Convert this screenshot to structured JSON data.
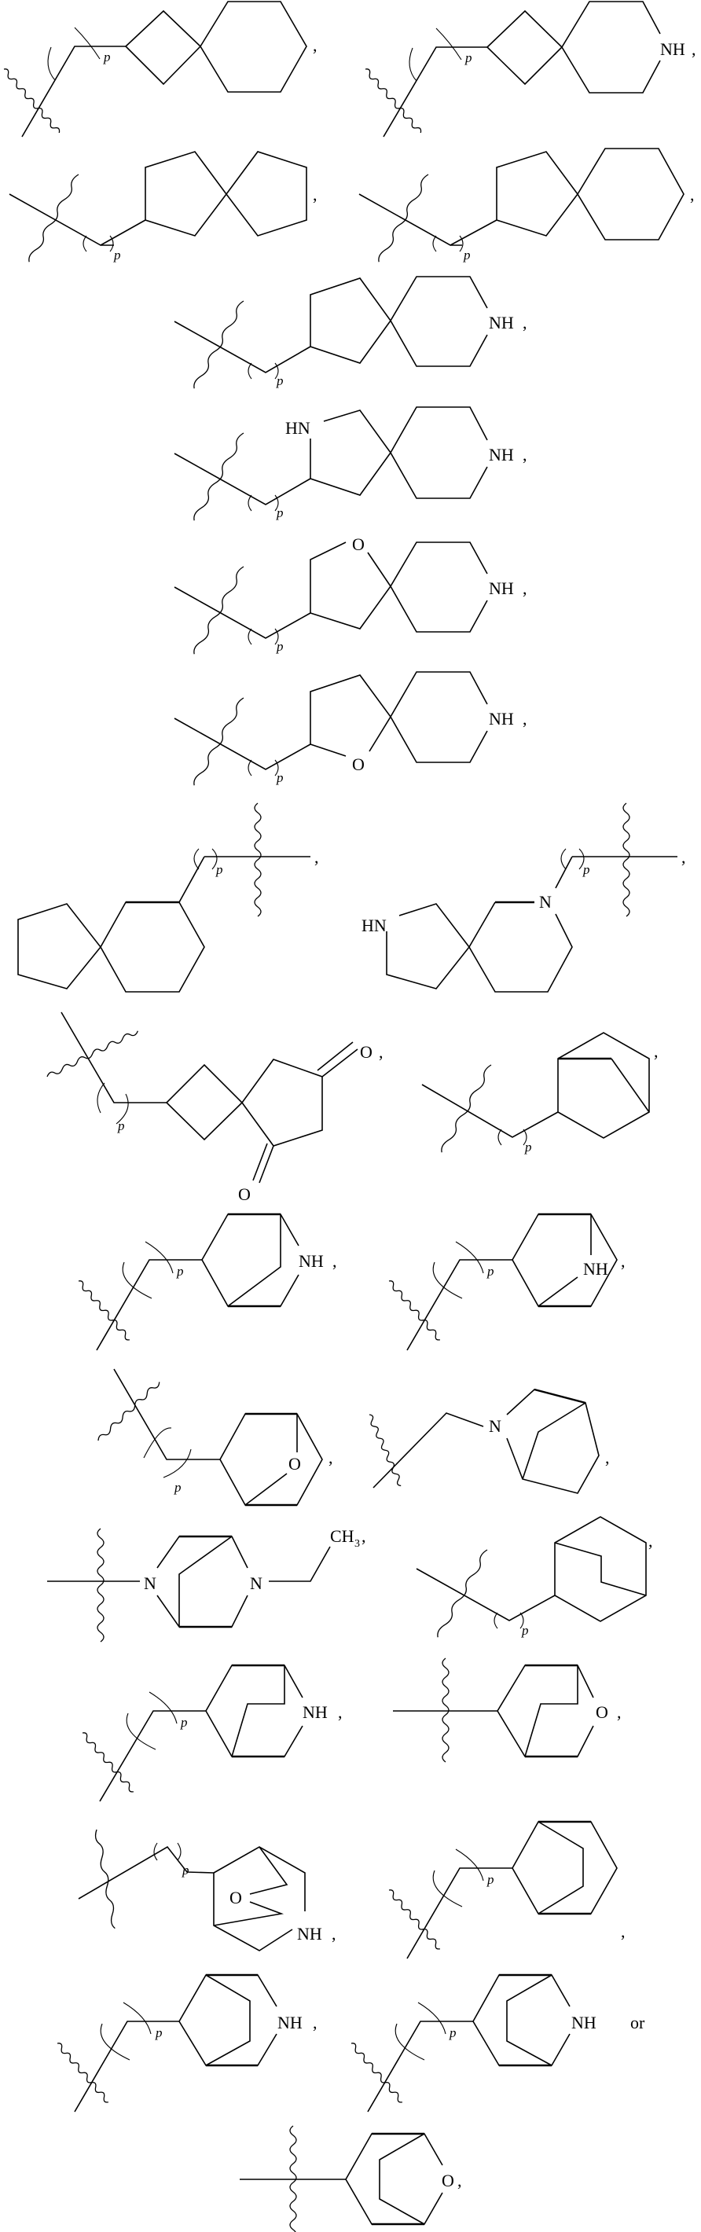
{
  "page": {
    "type": "patent chemical structure listing",
    "background": "#ffffff",
    "ink": "#000000"
  },
  "labels": {
    "p": "p",
    "nh": "NH",
    "hn": "HN",
    "n": "N",
    "o": "O",
    "ch3": "CH",
    "ch3_sub": "3",
    "comma": ",",
    "or": "or"
  },
  "structures": [
    {
      "id": 1,
      "row": 1,
      "col": "left",
      "description": "spiro[3.5]nonane with (CH2)p linker",
      "heteroatom_label": "",
      "trailing": ","
    },
    {
      "id": 2,
      "row": 1,
      "col": "right",
      "description": "7-azaspiro[3.5]nonane with (CH2)p linker",
      "heteroatom_label": "NH",
      "trailing": ","
    },
    {
      "id": 3,
      "row": 2,
      "col": "left",
      "description": "spiro[4.4]nonane with (CH2)p linker",
      "heteroatom_label": "",
      "trailing": ","
    },
    {
      "id": 4,
      "row": 2,
      "col": "right",
      "description": "spiro[4.5]decane with (CH2)p linker",
      "heteroatom_label": "",
      "trailing": ","
    },
    {
      "id": 5,
      "row": 3,
      "col": "center",
      "description": "8-azaspiro[4.5]decane with (CH2)p linker",
      "heteroatom_label": "NH",
      "trailing": ","
    },
    {
      "id": 6,
      "row": 4,
      "col": "center",
      "description": "2,8-diazaspiro[4.5]decane with (CH2)p linker",
      "heteroatom_label": "NH",
      "second_label": "HN",
      "trailing": ","
    },
    {
      "id": 7,
      "row": 5,
      "col": "center",
      "description": "1-oxa-8-azaspiro[4.5]decane (O top) with (CH2)p linker",
      "heteroatom_label": "NH",
      "second_label": "O",
      "trailing": ","
    },
    {
      "id": 8,
      "row": 6,
      "col": "center",
      "description": "1-oxa-8-azaspiro[4.5]decane (O bottom) with (CH2)p linker",
      "heteroatom_label": "NH",
      "second_label": "O",
      "trailing": ","
    },
    {
      "id": 9,
      "row": 7,
      "col": "left",
      "description": "spiro[4.5]decane via (CH2)p to attachment",
      "heteroatom_label": "",
      "trailing": ","
    },
    {
      "id": 10,
      "row": 7,
      "col": "right",
      "description": "2,7-diazaspiro[4.5]decane via (CH2)p to attachment",
      "heteroatom_label": "N",
      "second_label": "HN",
      "trailing": ","
    },
    {
      "id": 11,
      "row": 8,
      "col": "left",
      "description": "spiro[3.4]octane-5,7-dione with (CH2)p linker",
      "heteroatom_label": "O",
      "second_label": "O",
      "trailing": ","
    },
    {
      "id": 12,
      "row": 8,
      "col": "right",
      "description": "bicyclo[3.1.1]heptane with (CH2)p linker",
      "heteroatom_label": "",
      "trailing": ","
    },
    {
      "id": 13,
      "row": 9,
      "col": "left",
      "description": "azabicyclo[2.2.1]heptane NH with (CH2)p linker",
      "heteroatom_label": "NH",
      "trailing": ","
    },
    {
      "id": 14,
      "row": 9,
      "col": "right",
      "description": "azabicyclo bridged NH with (CH2)p linker",
      "heteroatom_label": "NH",
      "trailing": ","
    },
    {
      "id": 15,
      "row": 10,
      "col": "left",
      "description": "oxabicyclo[2.2.1]heptane with (CH2)p linker",
      "heteroatom_label": "O",
      "trailing": ","
    },
    {
      "id": 16,
      "row": 10,
      "col": "right",
      "description": "azabicyclo[2.2.1]heptan-N-ylmethyl",
      "heteroatom_label": "N",
      "trailing": ","
    },
    {
      "id": 17,
      "row": 11,
      "col": "left",
      "description": "5-ethyl-2,5-diazabicyclo[2.2.1]heptane",
      "heteroatom_label": "N",
      "second_label": "N",
      "third_label": "CH3",
      "trailing": ","
    },
    {
      "id": 18,
      "row": 11,
      "col": "right",
      "description": "bicyclo[3.2.1]octane-like with (CH2)p linker",
      "heteroatom_label": "",
      "trailing": ","
    },
    {
      "id": 19,
      "row": 12,
      "col": "left",
      "description": "azabicyclo[2.2.2]octane NH with (CH2)p linker",
      "heteroatom_label": "NH",
      "trailing": ","
    },
    {
      "id": 20,
      "row": 12,
      "col": "right",
      "description": "oxabicyclo[2.2.2]octane direct attachment",
      "heteroatom_label": "O",
      "trailing": ","
    },
    {
      "id": 21,
      "row": 13,
      "col": "left",
      "description": "oxa-azabicyclo NH with (CH2)p linker",
      "heteroatom_label": "NH",
      "second_label": "O",
      "trailing": ","
    },
    {
      "id": 22,
      "row": 13,
      "col": "right",
      "description": "bicyclo[3.2.1]octane with (CH2)p linker",
      "heteroatom_label": "",
      "trailing": ","
    },
    {
      "id": 23,
      "row": 14,
      "col": "left",
      "description": "azabicyclo[3.2.1]octane NH with (CH2)p linker",
      "heteroatom_label": "NH",
      "trailing": ","
    },
    {
      "id": 24,
      "row": 14,
      "col": "right",
      "description": "azabicyclo[3.2.1]octane NH with (CH2)p linker",
      "heteroatom_label": "NH",
      "trailing": "or"
    },
    {
      "id": 25,
      "row": 15,
      "col": "center",
      "description": "oxabicyclo[3.2.1]octane direct attachment",
      "heteroatom_label": "O",
      "trailing": ","
    }
  ]
}
